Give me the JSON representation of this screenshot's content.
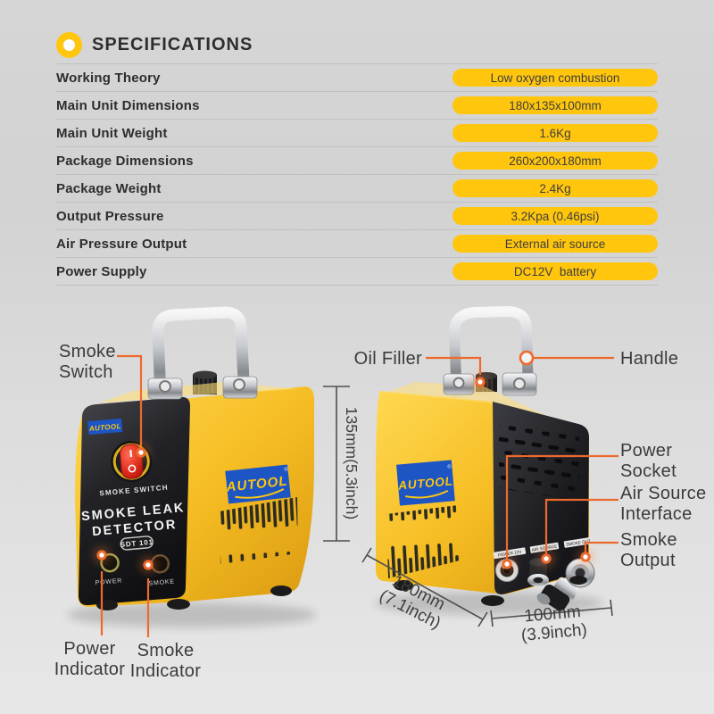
{
  "header": {
    "title": "SPECIFICATIONS"
  },
  "colors": {
    "accent_yellow": "#FFC60D",
    "callout_orange": "#ED6A2E",
    "logo_blue": "#1E55C5"
  },
  "specs": [
    {
      "label": "Working Theory",
      "value": "Low oxygen combustion"
    },
    {
      "label": "Main Unit Dimensions",
      "value": "180x135x100mm"
    },
    {
      "label": "Main Unit Weight",
      "value": "1.6Kg"
    },
    {
      "label": "Package Dimensions",
      "value": "260x200x180mm"
    },
    {
      "label": "Package Weight",
      "value": "2.4Kg"
    },
    {
      "label": "Output Pressure",
      "value": "3.2Kpa (0.46psi)"
    },
    {
      "label": "Air Pressure Output",
      "value": "External air source"
    },
    {
      "label": "Power Supply",
      "value": "DC12V  battery"
    }
  ],
  "device_front": {
    "brand_badge": "AUTOOL",
    "switch_label": "SMOKE SWITCH",
    "product_name_line1": "SMOKE LEAK",
    "product_name_line2": "DETECTOR",
    "model": "SDT 101",
    "power_led_label": "POWER",
    "smoke_led_label": "SMOKE",
    "side_logo": "AUTOOL",
    "reg_mark": "®"
  },
  "device_back": {
    "side_logo": "AUTOOL",
    "reg_mark": "®",
    "power_socket_strip": "POWER 12V",
    "air_source_strip": "AIR SOURCE",
    "smoke_out_strip": "SMOKE OUT"
  },
  "callouts": {
    "smoke_switch": {
      "line1": "Smoke",
      "line2": "Switch"
    },
    "power_indicator": {
      "line1": "Power",
      "line2": "Indicator"
    },
    "smoke_indicator": {
      "line1": "Smoke",
      "line2": "Indicator"
    },
    "oil_filler": "Oil Filler",
    "handle": "Handle",
    "power_socket": {
      "line1": "Power",
      "line2": "Socket"
    },
    "air_source": {
      "line1": "Air Source",
      "line2": "Interface"
    },
    "smoke_output": {
      "line1": "Smoke",
      "line2": "Output"
    }
  },
  "dimensions": {
    "height": "135mm(5.3inch)",
    "depth_line1": "180mm",
    "depth_line2": "(7.1inch)",
    "width_line1": "100mm",
    "width_line2": "(3.9inch)"
  }
}
